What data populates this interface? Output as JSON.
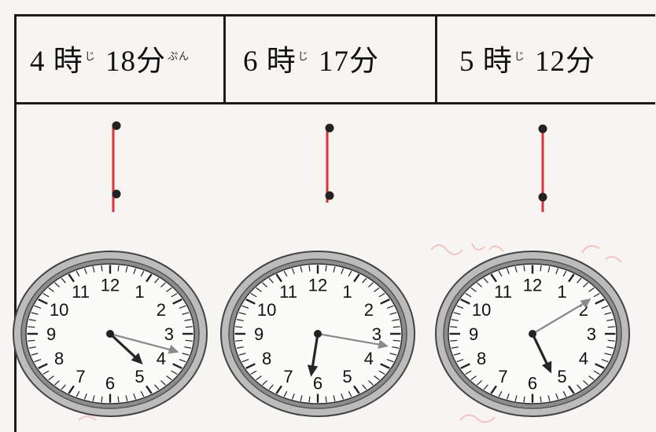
{
  "times": [
    {
      "hour": "4",
      "hour_kanji": "時",
      "furigana_hour": "じ",
      "minute": "18",
      "minute_kanji": "分",
      "furigana_minute": "ぷん"
    },
    {
      "hour": "6",
      "hour_kanji": "時",
      "furigana_hour": "じ",
      "minute": "17",
      "minute_kanji": "分",
      "furigana_minute": ""
    },
    {
      "hour": "5",
      "hour_kanji": "時",
      "furigana_hour": "じ",
      "minute": "12",
      "minute_kanji": "分",
      "furigana_minute": ""
    }
  ],
  "clock_numbers": [
    "12",
    "1",
    "2",
    "3",
    "4",
    "5",
    "6",
    "7",
    "8",
    "9",
    "10",
    "11"
  ],
  "clocks": [
    {
      "hour_hand_minutes": 22.5,
      "minute_hand_minutes": 18
    },
    {
      "hour_hand_minutes": 31.4,
      "minute_hand_minutes": 17
    },
    {
      "hour_hand_minutes": 26.0,
      "minute_hand_minutes": 9
    }
  ],
  "colors": {
    "ink": "#1b1b1b",
    "red_line": "#d8343b",
    "hour_hand": "#2a2a2a",
    "minute_hand": "#8a8a8a",
    "clock_rim": "#9a9a9a",
    "red_handwriting": "#f2b7b7"
  }
}
